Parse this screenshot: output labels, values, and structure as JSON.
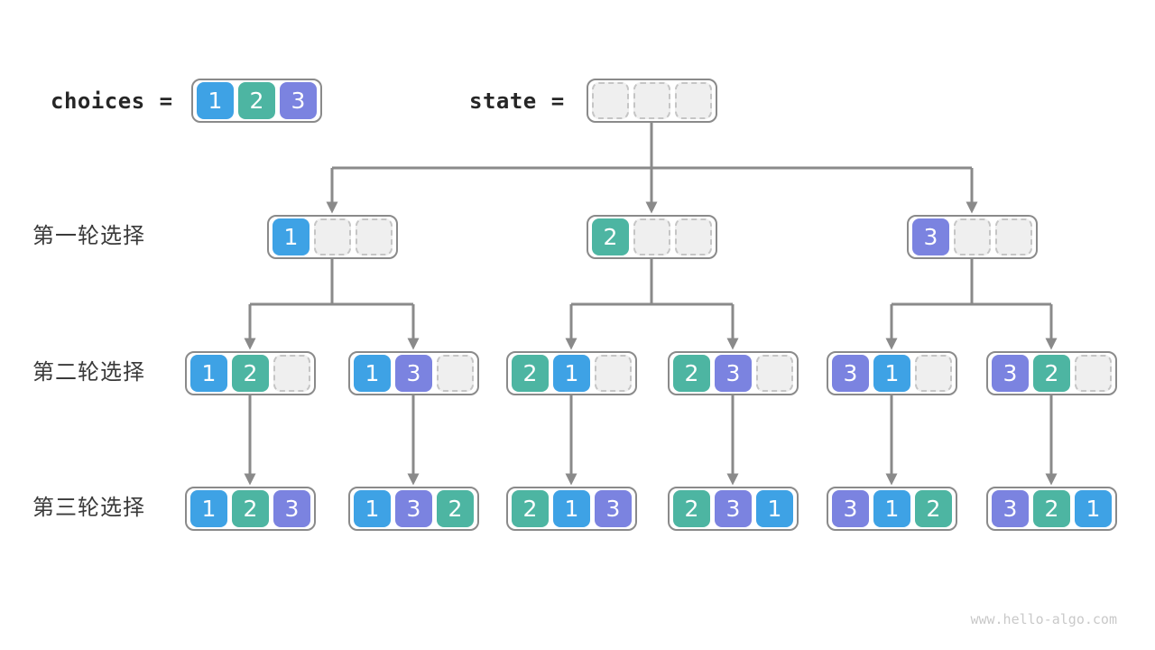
{
  "header": {
    "choices_label": "choices",
    "choices_equals": "=",
    "state_label": "state",
    "state_equals": "="
  },
  "choices_values": [
    "1",
    "2",
    "3"
  ],
  "state_values": [
    "",
    "",
    ""
  ],
  "rows": [
    {
      "label": "第一轮选择",
      "boxes": [
        [
          "1",
          "",
          ""
        ],
        [
          "2",
          "",
          ""
        ],
        [
          "3",
          "",
          ""
        ]
      ]
    },
    {
      "label": "第二轮选择",
      "boxes": [
        [
          "1",
          "2",
          ""
        ],
        [
          "1",
          "3",
          ""
        ],
        [
          "2",
          "1",
          ""
        ],
        [
          "2",
          "3",
          ""
        ],
        [
          "3",
          "1",
          ""
        ],
        [
          "3",
          "2",
          ""
        ]
      ]
    },
    {
      "label": "第三轮选择",
      "boxes": [
        [
          "1",
          "2",
          "3"
        ],
        [
          "1",
          "3",
          "2"
        ],
        [
          "2",
          "1",
          "3"
        ],
        [
          "2",
          "3",
          "1"
        ],
        [
          "3",
          "1",
          "2"
        ],
        [
          "3",
          "2",
          "1"
        ]
      ]
    }
  ],
  "colors": {
    "cell": {
      "1": "#3ea2e5",
      "2": "#4db5a2",
      "3": "#7b83e0"
    },
    "empty_fill": "#efefef",
    "empty_border": "#c5c5c5",
    "box_border": "#8a8a8a",
    "arrow": "#8a8a8a",
    "label_text": "#3a3a3a",
    "header_text": "#262626",
    "watermark_text": "#c9c9c9"
  },
  "watermark": "www.hello-algo.com"
}
